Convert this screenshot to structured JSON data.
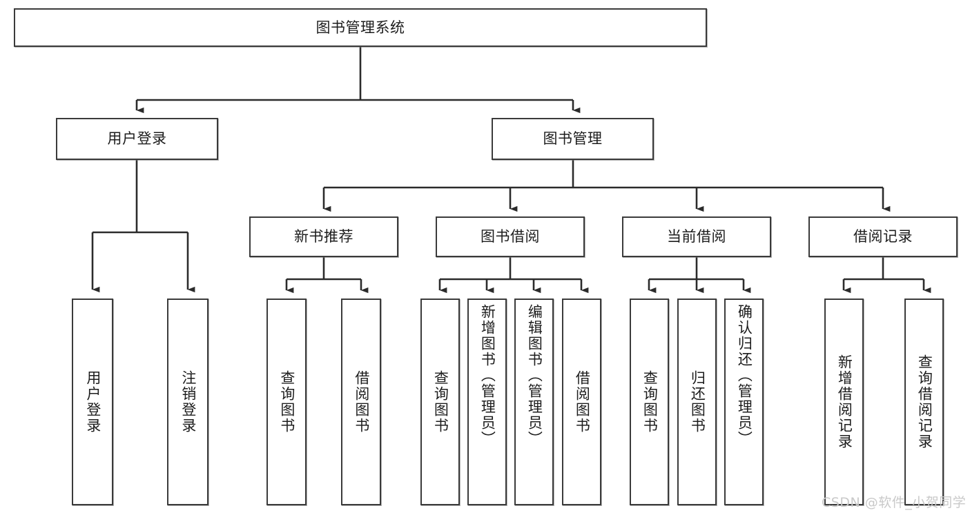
{
  "diagram": {
    "title": "图书管理系统",
    "type": "tree-hierarchy",
    "root": {
      "id": "root",
      "label": "图书管理系统"
    },
    "level2": [
      {
        "id": "user-login",
        "label": "用户登录"
      },
      {
        "id": "book-manage",
        "label": "图书管理"
      }
    ],
    "level3": [
      {
        "id": "new-book-rec",
        "label": "新书推荐",
        "parent": "book-manage"
      },
      {
        "id": "book-borrow",
        "label": "图书借阅",
        "parent": "book-manage"
      },
      {
        "id": "current-borrow",
        "label": "当前借阅",
        "parent": "book-manage"
      },
      {
        "id": "borrow-record",
        "label": "借阅记录",
        "parent": "book-manage"
      }
    ],
    "leaves": [
      {
        "id": "leaf-user-login",
        "label": "用户登录",
        "parent": "user-login"
      },
      {
        "id": "leaf-logout",
        "label": "注销登录",
        "parent": "user-login"
      },
      {
        "id": "leaf-query-book-1",
        "label": "查询图书",
        "parent": "new-book-rec"
      },
      {
        "id": "leaf-borrow-book-1",
        "label": "借阅图书",
        "parent": "new-book-rec"
      },
      {
        "id": "leaf-query-book-2",
        "label": "查询图书",
        "parent": "book-borrow"
      },
      {
        "id": "leaf-add-book",
        "label": "新增图书（管理员）",
        "parent": "book-borrow"
      },
      {
        "id": "leaf-edit-book",
        "label": "编辑图书（管理员）",
        "parent": "book-borrow"
      },
      {
        "id": "leaf-borrow-book-2",
        "label": "借阅图书",
        "parent": "book-borrow"
      },
      {
        "id": "leaf-query-book-3",
        "label": "查询图书",
        "parent": "current-borrow"
      },
      {
        "id": "leaf-return-book",
        "label": "归还图书",
        "parent": "current-borrow"
      },
      {
        "id": "leaf-confirm-return",
        "label": "确认归还（管理员）",
        "parent": "current-borrow"
      },
      {
        "id": "leaf-add-record",
        "label": "新增借阅记录",
        "parent": "borrow-record"
      },
      {
        "id": "leaf-query-record",
        "label": "查询借阅记录",
        "parent": "borrow-record"
      }
    ]
  },
  "watermark": {
    "text": "CSDN @软件_小贺同学"
  },
  "colors": {
    "box_border": "#3a3a3a",
    "box_fill": "#ffffff",
    "connector": "#2b2b2b",
    "text": "#1c1c1c",
    "watermark": "#c9c9c9",
    "background": "#ffffff"
  }
}
